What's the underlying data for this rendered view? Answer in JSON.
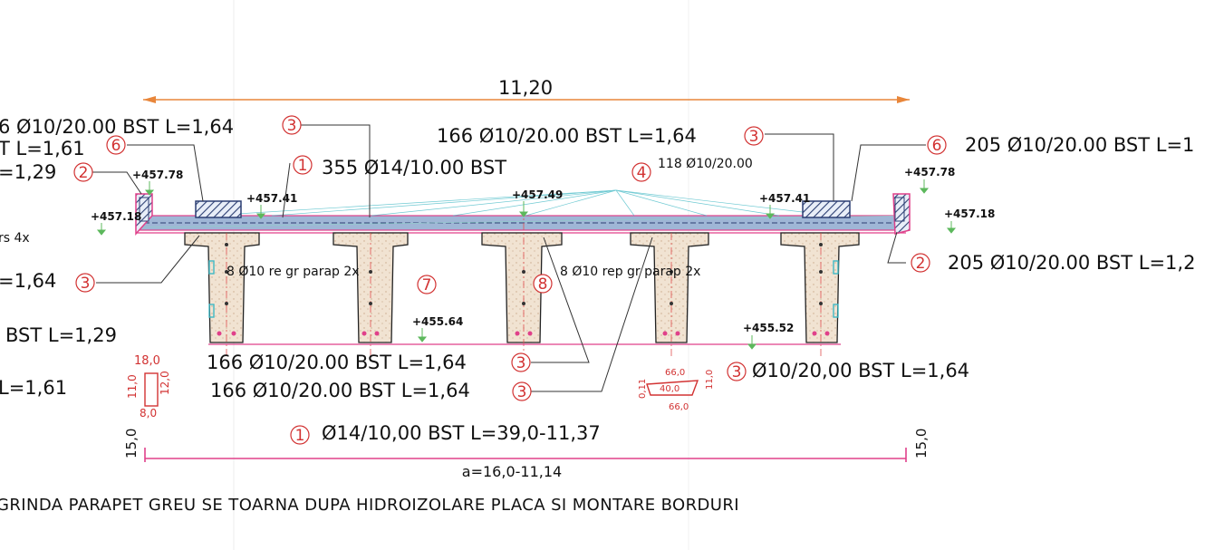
{
  "colors": {
    "dimension_orange": "#e8863a",
    "magenta": "#e0408a",
    "leader_red": "#d23232",
    "concrete": "#f1e3d2",
    "slab_blue": "#9fb6d6",
    "hatch": "#2c3f73",
    "cyan": "#3fb8c4",
    "elev_green": "#5cb85c"
  },
  "dimension_top": {
    "text": "11,20"
  },
  "dimension_bottom": {
    "text": "a=16,0-11,14",
    "left_height": "15,0",
    "right_height": "15,0"
  },
  "footer_note": "GRINDA PARAPET GREU SE TOARNA DUPA HIDROIZOLARE PLACA SI MONTARE BORDURI",
  "elevations": [
    {
      "id": "el-1",
      "text": "+457.78"
    },
    {
      "id": "el-2",
      "text": "+457.41"
    },
    {
      "id": "el-3",
      "text": "+457.49"
    },
    {
      "id": "el-4",
      "text": "+457.41"
    },
    {
      "id": "el-5",
      "text": "+457.78"
    },
    {
      "id": "el-6",
      "text": "+457.18"
    },
    {
      "id": "el-7",
      "text": "+457.18"
    },
    {
      "id": "el-8",
      "text": "+455.64"
    },
    {
      "id": "el-9",
      "text": "+455.52"
    }
  ],
  "labels": {
    "left_1": "6 Ø10/20.00 BST L=1,64",
    "left_2": "T L=1,61",
    "left_3": "=1,29",
    "left_4": "rs 4x",
    "left_5": "=1,64",
    "left_6": "BST L=1,29",
    "left_7": "L=1,61",
    "top_mid": "166 Ø10/20.00 BST L=1,64",
    "top_355": "355 Ø14/10.00 BST",
    "top_118": "118 Ø10/20.00",
    "right_1": "205 Ø10/20.00 BST L=1",
    "right_2": "205 Ø10/20.00 BST L=1,2",
    "parap_left": "8 Ø10 re gr parap 2x",
    "parap_right": "8 Ø10 rep gr parap 2x",
    "bottom_1": "166 Ø10/20.00 BST L=1,64",
    "bottom_2": "166 Ø10/20.00 BST L=1,64",
    "bottom_right": "Ø10/20,00 BST L=1,64",
    "bottom_long": "Ø14/10,00 BST L=39,0-11,37"
  },
  "circle_numbers": {
    "c3a": "3",
    "c6a": "6",
    "c2a": "2",
    "c3b": "3",
    "c1": "1",
    "c3top": "3",
    "c4": "4",
    "c6b": "6",
    "c2b": "2",
    "c7": "7",
    "c8": "8",
    "c3c": "3",
    "c3d": "3",
    "c3e": "3",
    "c1b": "1"
  },
  "shape_left": {
    "a": "18,0",
    "b": "11,0",
    "c": "12,0",
    "d": "8,0"
  },
  "shape_right": {
    "a": "66,0",
    "b": "11,0",
    "c": "40,0",
    "d": "66,0",
    "e": "0,11"
  }
}
